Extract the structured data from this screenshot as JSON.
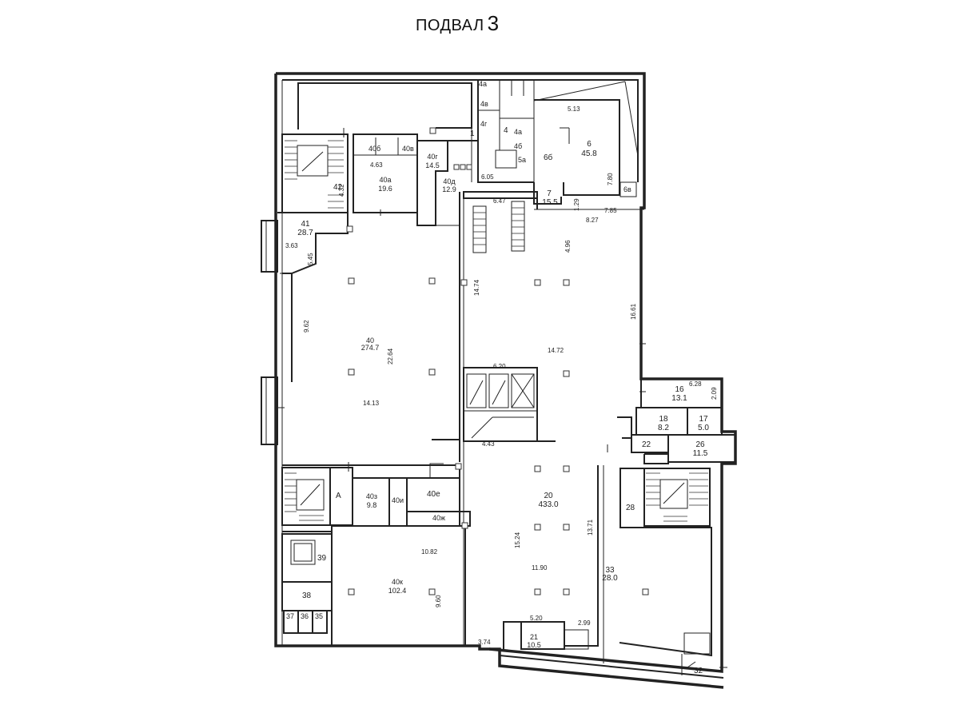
{
  "title": {
    "word": "ПОДВАЛ",
    "number": "3"
  },
  "rooms": [
    {
      "id": "r1",
      "num": "1",
      "area": ""
    },
    {
      "id": "r4",
      "num": "4",
      "area": ""
    },
    {
      "id": "r4a",
      "num": "4а",
      "area": ""
    },
    {
      "id": "r4a2",
      "num": "4а",
      "area": ""
    },
    {
      "id": "r4b",
      "num": "4б",
      "area": ""
    },
    {
      "id": "r4v",
      "num": "4в",
      "area": ""
    },
    {
      "id": "r4g",
      "num": "4г",
      "area": ""
    },
    {
      "id": "r5a",
      "num": "5а",
      "area": ""
    },
    {
      "id": "r6",
      "num": "6",
      "area": "45.8"
    },
    {
      "id": "r6b",
      "num": "6б",
      "area": ""
    },
    {
      "id": "r6v",
      "num": "6в",
      "area": ""
    },
    {
      "id": "r7",
      "num": "7",
      "area": "15.5"
    },
    {
      "id": "r40b",
      "num": "40б",
      "area": ""
    },
    {
      "id": "r40v",
      "num": "40в",
      "area": ""
    },
    {
      "id": "r40a",
      "num": "40а",
      "area": "19.6"
    },
    {
      "id": "r40g",
      "num": "40г",
      "area": "14.5"
    },
    {
      "id": "r40d",
      "num": "40д",
      "area": "12.9"
    },
    {
      "id": "r42",
      "num": "42",
      "area": ""
    },
    {
      "id": "r41",
      "num": "41",
      "area": "28.7"
    },
    {
      "id": "r40",
      "num": "40",
      "area": "274.7"
    },
    {
      "id": "rA",
      "num": "А",
      "area": ""
    },
    {
      "id": "r40z",
      "num": "40з",
      "area": "9.8"
    },
    {
      "id": "r40i",
      "num": "40и",
      "area": ""
    },
    {
      "id": "r40e",
      "num": "40е",
      "area": ""
    },
    {
      "id": "r40zh",
      "num": "40ж",
      "area": ""
    },
    {
      "id": "r39",
      "num": "39",
      "area": ""
    },
    {
      "id": "r38",
      "num": "38",
      "area": ""
    },
    {
      "id": "r37",
      "num": "37",
      "area": ""
    },
    {
      "id": "r36",
      "num": "36",
      "area": ""
    },
    {
      "id": "r35",
      "num": "35",
      "area": ""
    },
    {
      "id": "r40k",
      "num": "40к",
      "area": "102.4"
    },
    {
      "id": "r20",
      "num": "20",
      "area": "433.0"
    },
    {
      "id": "r21",
      "num": "21",
      "area": "10.5"
    },
    {
      "id": "r16",
      "num": "16",
      "area": "13.1"
    },
    {
      "id": "r18",
      "num": "18",
      "area": "8.2"
    },
    {
      "id": "r17",
      "num": "17",
      "area": "5.0"
    },
    {
      "id": "r22",
      "num": "22",
      "area": ""
    },
    {
      "id": "r26",
      "num": "26",
      "area": "11.5"
    },
    {
      "id": "r28",
      "num": "28",
      "area": ""
    },
    {
      "id": "r33",
      "num": "33",
      "area": "28.0"
    },
    {
      "id": "r32",
      "num": "32",
      "area": ""
    }
  ],
  "dimensions": [
    "5.13",
    "4.63",
    "6.05",
    "6.47",
    "1.29",
    "7.85",
    "8.27",
    "4.32",
    "7.80",
    "3.63",
    "5.45",
    "9.62",
    "22.64",
    "14.13",
    "14.74",
    "4.96",
    "16.61",
    "14.72",
    "6.20",
    "4.43",
    "6.28",
    "2.09",
    "10.82",
    "9.60",
    "15.24",
    "11.90",
    "13.71",
    "5.20",
    "2.99",
    "3.74"
  ]
}
